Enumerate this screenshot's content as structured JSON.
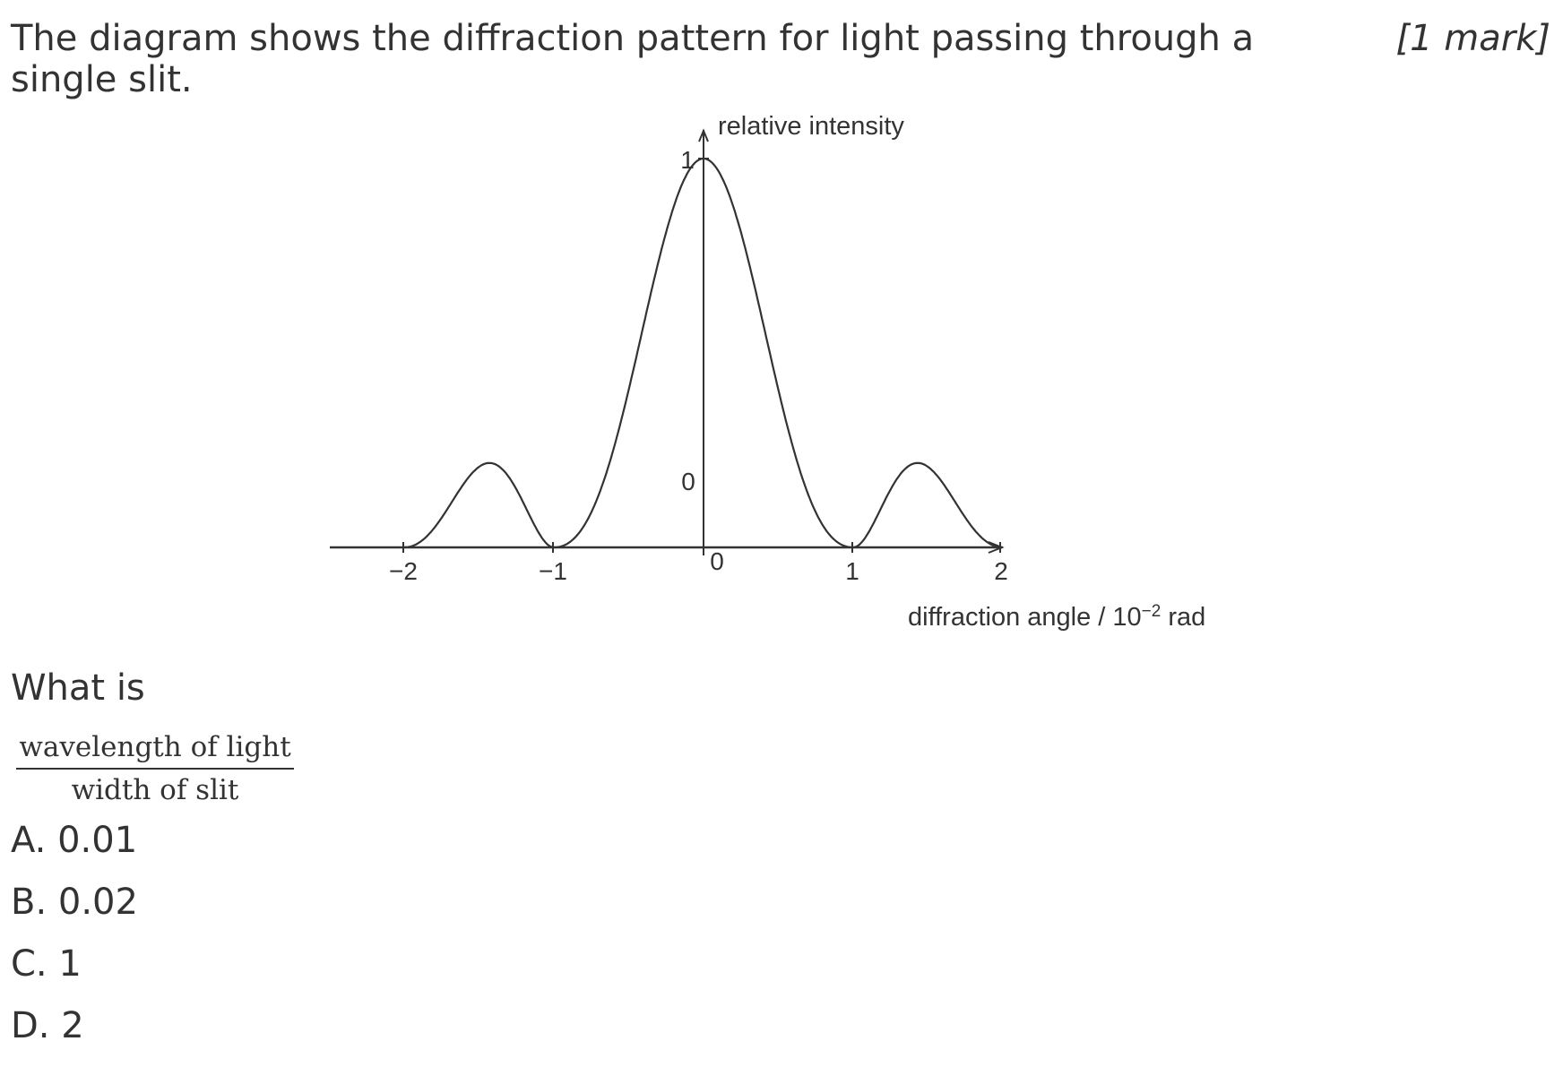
{
  "question": {
    "text": "The diagram shows the diffraction pattern for light passing through a single slit.",
    "marks": "[1 mark]",
    "prompt": "What is",
    "fraction": {
      "numerator": "wavelength of light",
      "denominator": "width of slit"
    },
    "options": [
      {
        "label": "A. 0.01"
      },
      {
        "label": "B. 0.02"
      },
      {
        "label": "C. 1"
      },
      {
        "label": "D. 2"
      }
    ]
  },
  "diagram": {
    "y_axis_label": "relative intensity",
    "x_axis_label": "diffraction angle / 10",
    "x_axis_exponent": "−2",
    "x_axis_unit": "rad",
    "y_tick_top": "1",
    "y_tick_zero": "0",
    "x_ticks": [
      "−2",
      "−1",
      "0",
      "1",
      "2"
    ]
  }
}
